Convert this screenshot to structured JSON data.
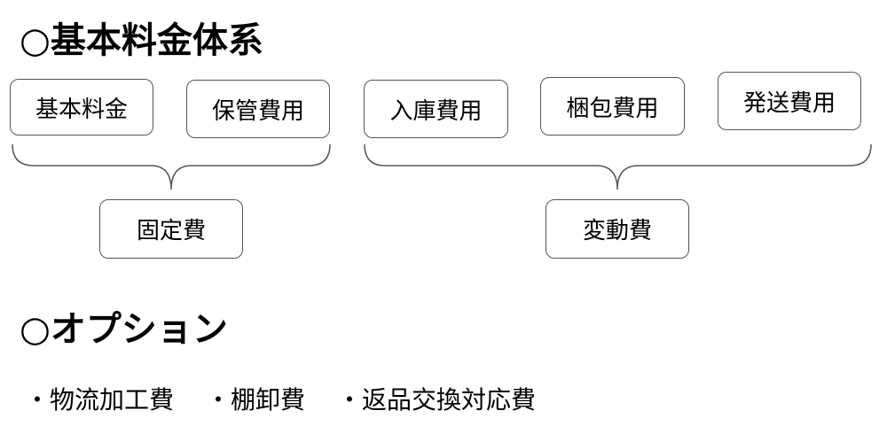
{
  "sections": {
    "basic_fee_system": {
      "heading": "○基本料金体系",
      "boxes": {
        "basic_fee": "基本料金",
        "storage_fee": "保管費用",
        "inbound_fee": "入庫費用",
        "packing_fee": "梱包費用",
        "shipping_fee": "発送費用",
        "fixed_cost": "固定費",
        "variable_cost": "変動費"
      }
    },
    "options": {
      "heading": "○オプション",
      "items": [
        "・物流加工費",
        "・棚卸費",
        "・返品交換対応費"
      ]
    }
  }
}
